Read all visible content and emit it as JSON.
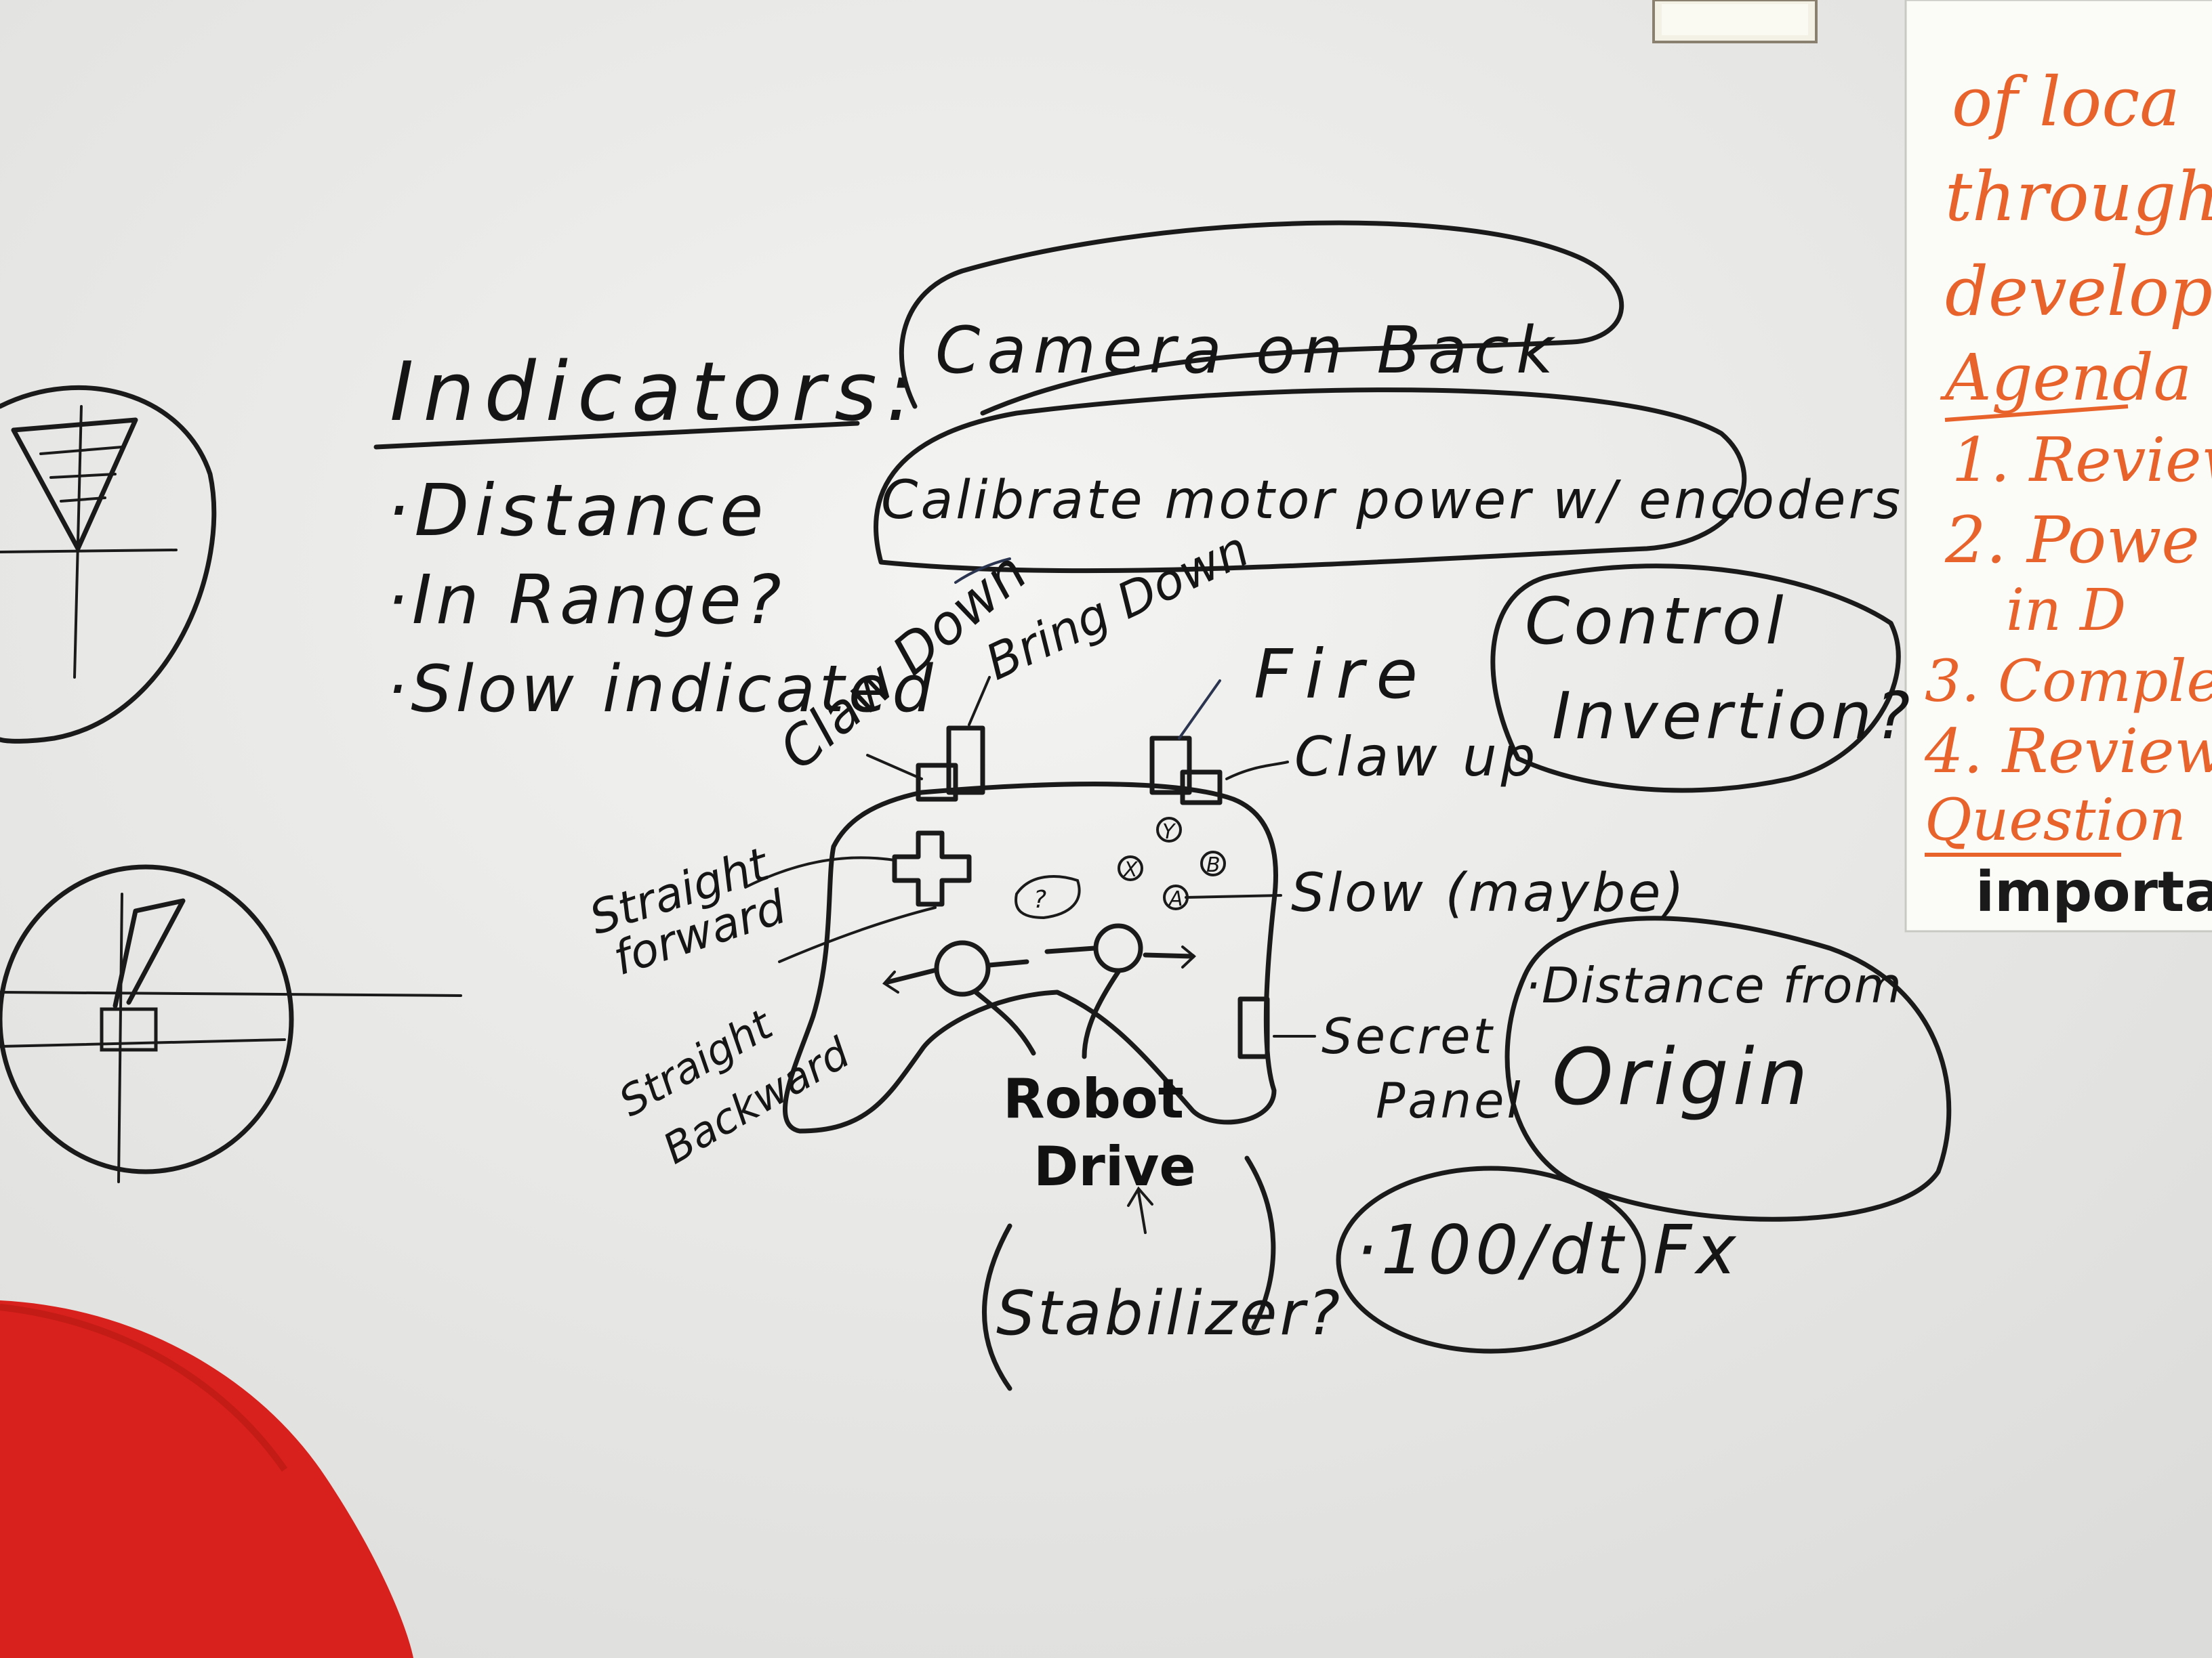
{
  "indicators": {
    "title": "Indicators:",
    "items": [
      "·Distance",
      "·In Range?",
      "·Slow indicated"
    ]
  },
  "bubbles": {
    "camera": "Camera on Back",
    "calibrate": "Calibrate motor power w/ encoders",
    "control_line1": "Control",
    "control_line2": "Invertion?",
    "distance_line1": "·Distance from",
    "distance_line2": "Origin",
    "fx": "·100/dt Fx",
    "stabilizer": "Stabilizer?"
  },
  "controller_labels": {
    "claw_down": "Claw Down",
    "bring_down": "Bring Down",
    "fire": "Fire",
    "claw_up": "Claw up",
    "straight_forward_1": "Straight",
    "straight_forward_2": "forward",
    "straight_backward_1": "Straight",
    "straight_backward_2": "Backward",
    "slow": "Slow (maybe)",
    "secret_1": "Secret",
    "secret_2": "Panel",
    "robot_1": "Robot",
    "robot_2": "Drive",
    "btn_y": "Y",
    "btn_x": "X",
    "btn_b": "B",
    "btn_a": "A",
    "center": "?"
  },
  "flipchart": {
    "lines": [
      "of loca",
      "through",
      "develop",
      "Agenda",
      "1. Review",
      "2. Powe",
      "in D",
      "3. Comple",
      "4. Review",
      "Question",
      "importa"
    ]
  },
  "colors": {
    "board": "#ececea",
    "ink": "#1a1a1a",
    "marker_orange": "#e8622c",
    "shirt_red": "#d8211c",
    "paper": "#fbfbf8"
  }
}
